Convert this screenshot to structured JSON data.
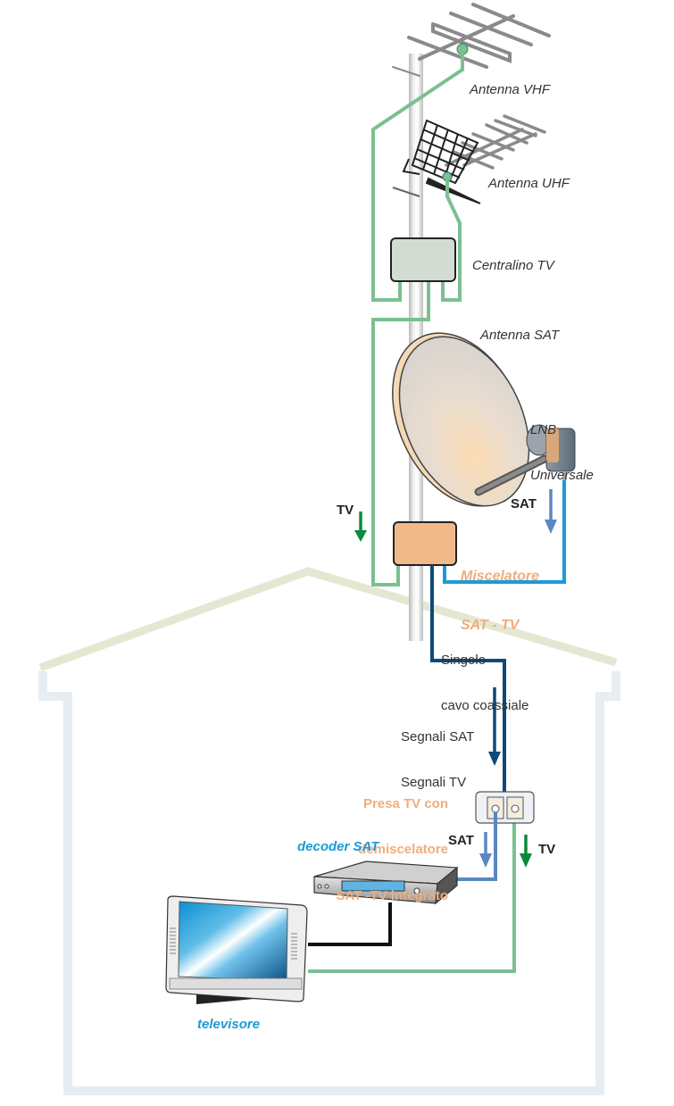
{
  "diagram": {
    "title": "Impianto TV e SAT con singolo cavo coassiale",
    "components": {
      "antenna_vhf": "Antenna VHF",
      "antenna_uhf": "Antenna UHF",
      "centralino": "Centralino TV",
      "antenna_sat": "Antenna SAT",
      "lnb_line1": "LNB",
      "lnb_line2": "Universale",
      "miscelatore_line1": "Miscelatore",
      "miscelatore_line2": "SAT - TV",
      "cavo_line1": "Singolo",
      "cavo_line2": "cavo coassiale",
      "segnali_line1": "Segnali SAT",
      "segnali_line2": "Segnali TV",
      "presa_line1": "Presa TV con",
      "presa_line2": "demiscelatore",
      "presa_line3": "SAT -TV integrato",
      "decoder": "decoder SAT",
      "televisore": "televisore"
    },
    "signal_labels": {
      "tv_upper": "TV",
      "sat_upper": "SAT",
      "sat_lower": "SAT",
      "tv_lower": "TV"
    },
    "colors": {
      "tv_cable": "#7bbf92",
      "tv_arrow": "#0a8a3c",
      "sat_cable": "#1e9ad8",
      "sat_arrow": "#5b86c5",
      "coax_cable": "#0d4a78",
      "mixer_box": "#f0b98a",
      "amplifier_box": "#d3dcd2",
      "house_roof": "#e4e8d3",
      "house_wall": "#e7edf0",
      "peach_text": "#f0ad7c",
      "blue_text": "#1d9ad6"
    }
  }
}
